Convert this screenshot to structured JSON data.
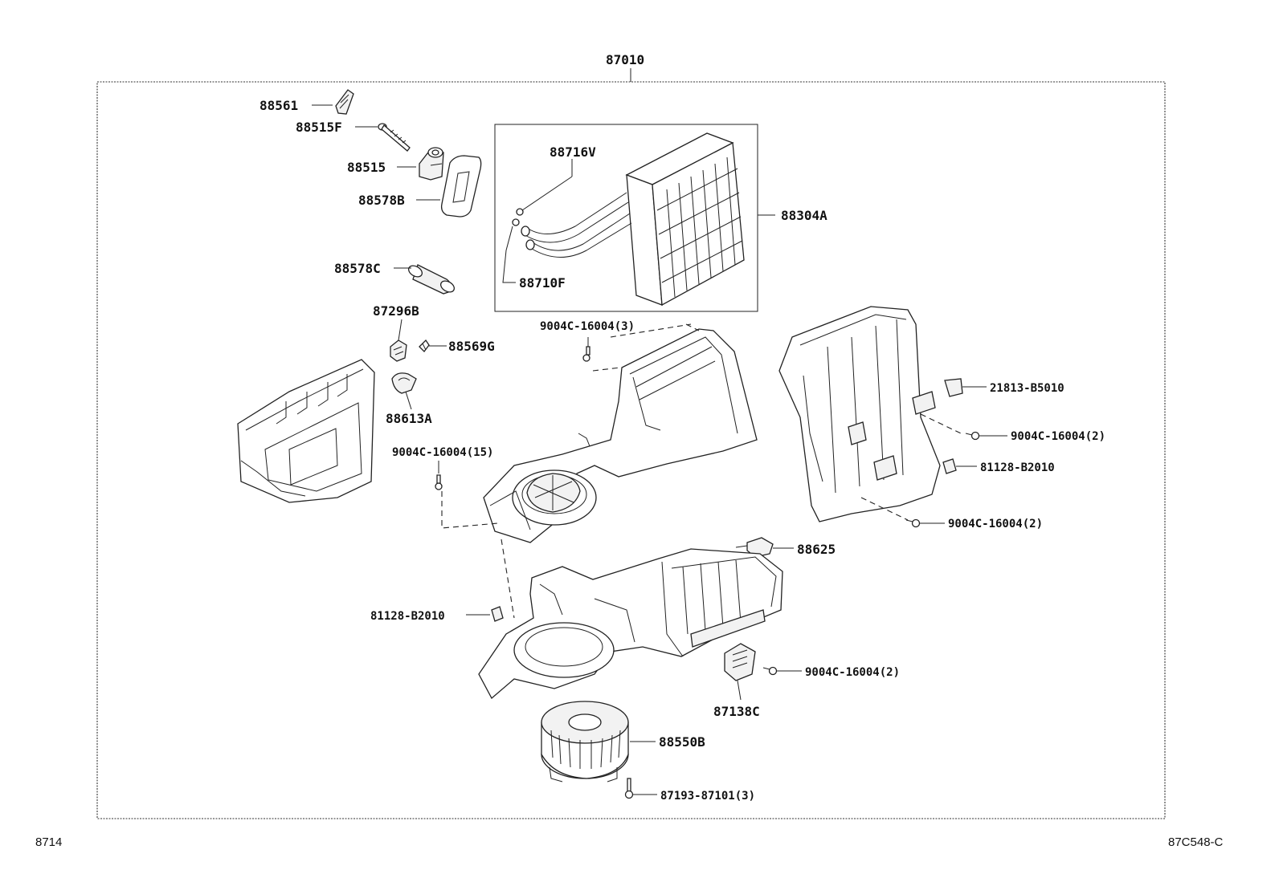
{
  "assembly_label": "87010",
  "page_left_code": "8714",
  "page_right_code": "87C548-C",
  "parts": {
    "p88561": "88561",
    "p88515F": "88515F",
    "p88515": "88515",
    "p88578B": "88578B",
    "p88578C": "88578C",
    "p87296B": "87296B",
    "p88569G": "88569G",
    "p88613A": "88613A",
    "p88716V": "88716V",
    "p88710F": "88710F",
    "p88304A": "88304A",
    "p9004C_3": "9004C-16004(3)",
    "p9004C_15": "9004C-16004(15)",
    "p21813": "21813-B5010",
    "p9004C_2a": "9004C-16004(2)",
    "p81128a": "81128-B2010",
    "p9004C_2b": "9004C-16004(2)",
    "p88625": "88625",
    "p81128b": "81128-B2010",
    "p9004C_2c": "9004C-16004(2)",
    "p87138C": "87138C",
    "p88550B": "88550B",
    "p87193": "87193-87101(3)"
  },
  "icons": {
    "evaporator": "evaporator-core-icon",
    "blower_motor": "blower-motor-icon",
    "housing": "heater-unit-housing-icon"
  }
}
